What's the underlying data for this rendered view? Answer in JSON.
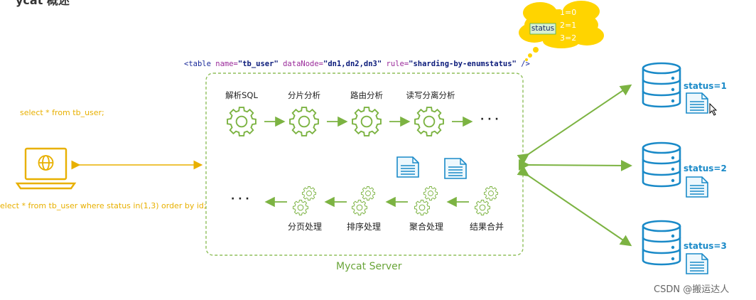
{
  "top_partial_title": "ycat 概述",
  "table_tag": {
    "open": "<table",
    "attr_name": "name=",
    "name_val": "\"tb_user\"",
    "attr_datanode": "dataNode=",
    "datanode_val": "\"dn1,dn2,dn3\"",
    "attr_rule": "rule=",
    "rule_val": "\"sharding-by-enumstatus\"",
    "close": "/>"
  },
  "cloud": {
    "key_label": "status",
    "mappings": [
      "1=0",
      "2=1",
      "3=2"
    ]
  },
  "client": {
    "query_top": "select * from tb_user;",
    "query_bottom": "elect * from tb_user where  status in(1,3) order by id;"
  },
  "server": {
    "name": "Mycat Server",
    "top_steps": [
      "解析SQL",
      "分片分析",
      "路由分析",
      "读写分离分析"
    ],
    "bottom_steps": [
      "分页处理",
      "排序处理",
      "聚合处理",
      "结果合并"
    ],
    "ellipsis": "· · ·"
  },
  "databases": [
    {
      "label": "status=1"
    },
    {
      "label": "status=2"
    },
    {
      "label": "status=3"
    }
  ],
  "watermark": "CSDN @搬运达人",
  "colors": {
    "green": "#7cb342",
    "server_border": "#8fbf5a",
    "blue": "#1a8ac8",
    "yellow": "#e8b000",
    "cloud": "#ffd400"
  }
}
